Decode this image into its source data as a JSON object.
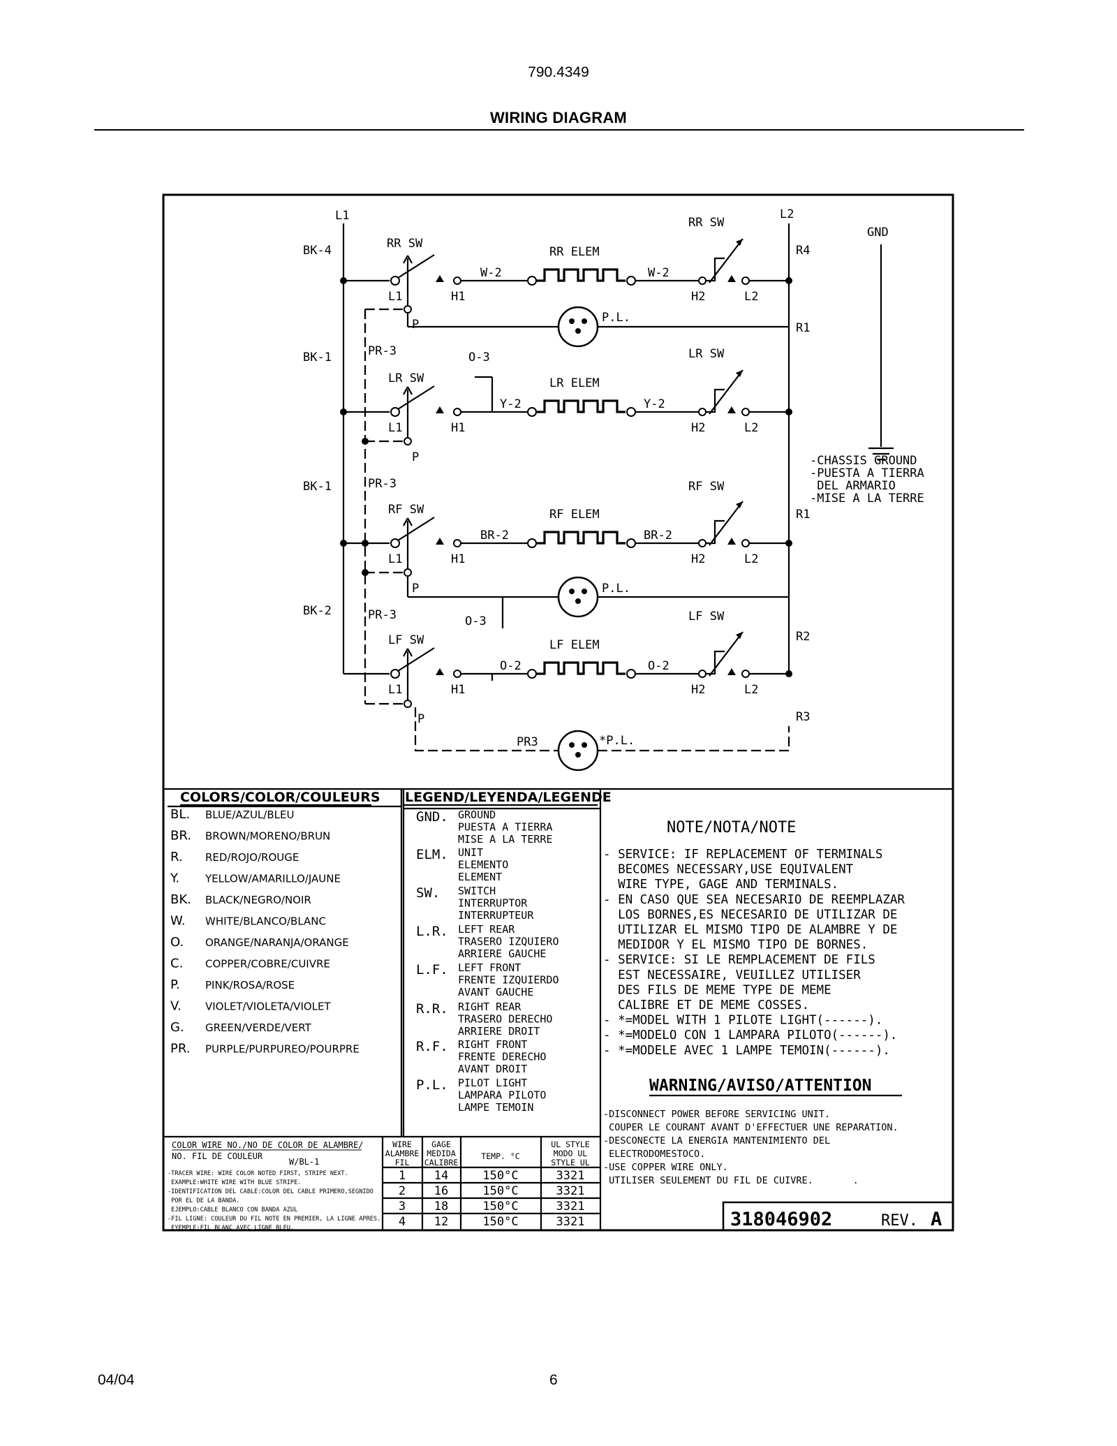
{
  "header": {
    "doc_number": "790.4349",
    "title": "WIRING DIAGRAM"
  },
  "footer": {
    "date": "04/04",
    "page": "6"
  },
  "diagram": {
    "top_labels": {
      "l1": "L1",
      "l2": "L2",
      "gnd": "GND"
    },
    "rows": [
      {
        "bk": "BK-4",
        "sw": "RR SW",
        "elem": "RR ELEM",
        "wire": "W-2",
        "rsw": "RR SW",
        "r": "R4"
      },
      {
        "bk": "BK-1",
        "sw": "LR SW",
        "elem": "LR ELEM",
        "wire": "Y-2",
        "rsw": "LR SW",
        "r": "R1"
      },
      {
        "bk": "BK-1",
        "sw": "RF SW",
        "elem": "RF ELEM",
        "wire": "BR-2",
        "rsw": "RF SW",
        "r": "R1"
      },
      {
        "bk": "BK-2",
        "sw": "LF SW",
        "elem": "LF ELEM",
        "wire": "O-2",
        "rsw": "LF SW",
        "r": "R2"
      }
    ],
    "terminals": {
      "l1": "L1",
      "h1": "H1",
      "h2": "H2",
      "l2": "L2",
      "p": "P"
    },
    "pr3": "PR-3",
    "o3": "O-3",
    "pl": "P.L.",
    "pl_star": "*P.L.",
    "pr3_bottom": "PR3",
    "r3": "R3",
    "chassis_ground": [
      "-CHASSIS GROUND",
      "-PUESTA A TIERRA",
      " DEL ARMARIO",
      "-MISE A LA TERRE"
    ]
  },
  "colors_table": {
    "title": "COLORS/COLOR/COULEURS",
    "rows": [
      {
        "code": "BL.",
        "name": "BLUE/AZUL/BLEU"
      },
      {
        "code": "BR.",
        "name": "BROWN/MORENO/BRUN"
      },
      {
        "code": "R.",
        "name": "RED/ROJO/ROUGE"
      },
      {
        "code": "Y.",
        "name": "YELLOW/AMARILLO/JAUNE"
      },
      {
        "code": "BK.",
        "name": "BLACK/NEGRO/NOIR"
      },
      {
        "code": "W.",
        "name": "WHITE/BLANCO/BLANC"
      },
      {
        "code": "O.",
        "name": "ORANGE/NARANJA/ORANGE"
      },
      {
        "code": "C.",
        "name": "COPPER/COBRE/CUIVRE"
      },
      {
        "code": "P.",
        "name": "PINK/ROSA/ROSE"
      },
      {
        "code": "V.",
        "name": "VIOLET/VIOLETA/VIOLET"
      },
      {
        "code": "G.",
        "name": "GREEN/VERDE/VERT"
      },
      {
        "code": "PR.",
        "name": "PURPLE/PURPUREO/POURPRE"
      }
    ]
  },
  "legend": {
    "title": "LEGEND/LEYENDA/LEGENDE",
    "entries": [
      {
        "code": "GND.",
        "lines": [
          "GROUND",
          "PUESTA A TIERRA",
          "MISE A LA TERRE"
        ]
      },
      {
        "code": "ELM.",
        "lines": [
          "UNIT",
          "ELEMENTO",
          "ELEMENT"
        ]
      },
      {
        "code": "SW.",
        "lines": [
          "SWITCH",
          "INTERRUPTOR",
          "INTERRUPTEUR"
        ]
      },
      {
        "code": "L.R.",
        "lines": [
          "LEFT REAR",
          "TRASERO IZQUIERO",
          "ARRIERE GAUCHE"
        ]
      },
      {
        "code": "L.F.",
        "lines": [
          "LEFT FRONT",
          "FRENTE IZQUIERDO",
          "AVANT GAUCHE"
        ]
      },
      {
        "code": "R.R.",
        "lines": [
          "RIGHT REAR",
          "TRASERO DERECHO",
          "ARRIERE DROIT"
        ]
      },
      {
        "code": "R.F.",
        "lines": [
          "RIGHT FRONT",
          "FRENTE DERECHO",
          "AVANT DROIT"
        ]
      },
      {
        "code": "P.L.",
        "lines": [
          "PILOT LIGHT",
          "LAMPARA PILOTO",
          "LAMPE TEMOIN"
        ]
      }
    ]
  },
  "note": {
    "title": "NOTE/NOTA/NOTE",
    "lines": [
      "- SERVICE: IF REPLACEMENT OF TERMINALS",
      "  BECOMES NECESSARY,USE EQUIVALENT",
      "  WIRE TYPE, GAGE AND TERMINALS.",
      "- EN CASO QUE SEA NECESARIO DE REEMPLAZAR",
      "  LOS BORNES,ES NECESARIO DE UTILIZAR DE",
      "  UTILIZAR EL MISMO TIPO DE ALAMBRE Y DE",
      "  MEDIDOR Y EL MISMO TIPO DE BORNES.",
      "- SERVICE: SI LE REMPLACEMENT DE FILS",
      "  EST NECESSAIRE, VEUILLEZ UTILISER",
      "  DES FILS DE MEME TYPE DE MEME",
      "  CALIBRE ET DE MEME COSSES.",
      "- *=MODEL WITH 1 PILOTE LIGHT(------).",
      "- *=MODELO CON 1 LAMPARA PILOTO(------).",
      "- *=MODELE AVEC 1 LAMPE TEMOIN(------)."
    ]
  },
  "warning": {
    "title": "WARNING/AVISO/ATTENTION",
    "lines": [
      "-DISCONNECT POWER BEFORE SERVICING UNIT.",
      " COUPER LE COURANT AVANT D'EFFECTUER UNE REPARATION.",
      "-DESCONECTE LA ENERGIA MANTENIMIENTO DEL",
      " ELECTRODOMESTOCO.",
      "-USE COPPER WIRE ONLY.",
      " UTILISER SEULEMENT DU FIL DE CUIVRE.       ."
    ]
  },
  "wire_table": {
    "header_left": [
      "COLOR WIRE NO./NO DE COLOR DE ALAMBRE/",
      "NO. FIL DE COULEUR"
    ],
    "example_code": "W/BL-1",
    "notes": [
      "-TRACER WIRE: WIRE COLOR NOTED FIRST, STRIPE NEXT.",
      " EXAMPLE:WHITE WIRE WITH BLUE STRIPE.",
      "-IDENTIFICATION DEL CABLE:COLOR DEL CABLE PRIMERO,SEGNIDO",
      " POR EL DE LA BANDA.",
      " EJEMPLO:CABLE BLANCO CON BANDA AZUL",
      "-FIL LIGNE: COULEUR DU FIL NOTE EN PREMIER, LA LIGNE APRES.",
      " EYEMPLE:FIL BLANC AVEC LIGNE BLEU."
    ],
    "columns": [
      [
        "WIRE",
        "ALAMBRE",
        "FIL"
      ],
      [
        "GAGE",
        "MEDIDA",
        "CALIBRE"
      ],
      [
        "TEMP. °C"
      ],
      [
        "UL STYLE",
        "MODO UL",
        "STYLE UL"
      ]
    ],
    "rows": [
      [
        "1",
        "14",
        "150°C",
        "3321"
      ],
      [
        "2",
        "16",
        "150°C",
        "3321"
      ],
      [
        "3",
        "18",
        "150°C",
        "3321"
      ],
      [
        "4",
        "12",
        "150°C",
        "3321"
      ]
    ]
  },
  "part_number": "318046902",
  "revision": {
    "label": "REV.",
    "value": "A"
  }
}
